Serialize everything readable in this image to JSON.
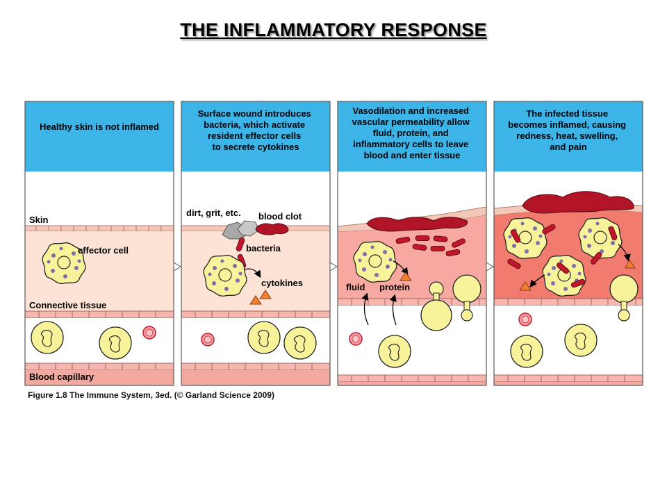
{
  "title": "THE INFLAMMATORY RESPONSE",
  "colors": {
    "header_blue": "#3cb4e8",
    "tissue_normal": "#fde3d6",
    "tissue_inflamed": "#f7a8a0",
    "tissue_inflamed_dark": "#f07b6e",
    "cell_yellow": "#f8f29a",
    "blood_red": "#c0182a",
    "border": "#5a5a5a"
  },
  "panels": [
    {
      "header": [
        "Healthy skin is not inflamed"
      ],
      "labels": {
        "skin": "Skin",
        "effector": "effector cell",
        "connective": "Connective tissue",
        "capillary": "Blood capillary"
      }
    },
    {
      "header": [
        "Surface wound introduces",
        "bacteria, which activate",
        "resident effector cells",
        "to secrete cytokines"
      ],
      "labels": {
        "dirt": "dirt, grit, etc.",
        "clot": "blood clot",
        "bacteria": "bacteria",
        "cytokines": "cytokines"
      }
    },
    {
      "header": [
        "Vasodilation and increased",
        "vascular permeability allow",
        "fluid, protein, and",
        "inflammatory cells to leave",
        "blood and enter tissue"
      ],
      "labels": {
        "fluid": "fluid",
        "protein": "protein"
      }
    },
    {
      "header": [
        "The infected tissue",
        "becomes inflamed, causing",
        "redness, heat, swelling,",
        "and pain"
      ],
      "labels": {}
    }
  ],
  "caption": "Figure 1.8  The Immune System, 3ed. (© Garland Science 2009)"
}
